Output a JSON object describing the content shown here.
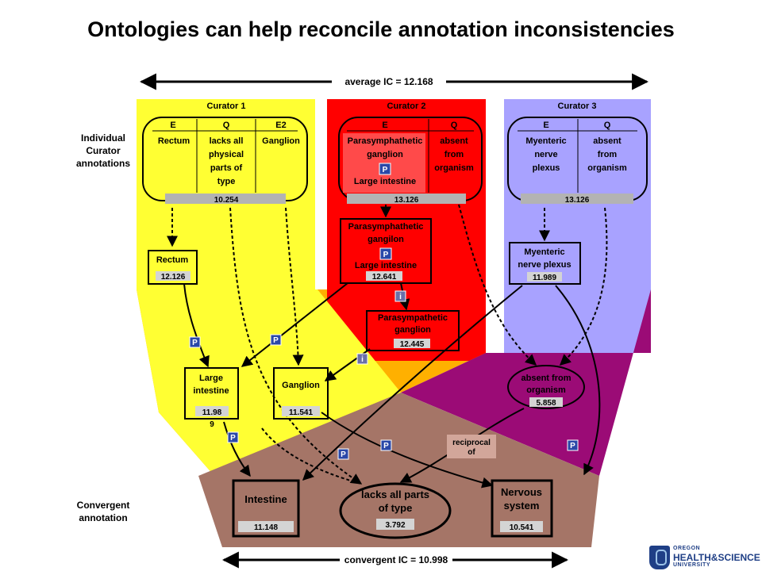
{
  "title": "Ontologies can help reconcile annotation inconsistencies",
  "average_ic": "average IC = 12.168",
  "convergent_ic": "convergent IC = 10.998",
  "side_labels": {
    "individual": [
      "Individual",
      "Curator",
      "annotations"
    ],
    "convergent": [
      "Convergent",
      "annotation"
    ]
  },
  "curators": [
    {
      "name": "Curator 1",
      "headers": [
        "E",
        "Q",
        "E2"
      ],
      "cols": [
        [
          "Rectum"
        ],
        [
          "lacks all",
          "physical",
          "parts of",
          "type"
        ],
        [
          "Ganglion"
        ]
      ],
      "score": "10.254"
    },
    {
      "name": "Curator 2",
      "headers": [
        "E",
        "Q"
      ],
      "cols": [
        [
          "Parasymphathetic",
          "ganglion"
        ],
        [
          "absent",
          "from",
          "organism"
        ]
      ],
      "sub": "Large intestine",
      "score": "13.126"
    },
    {
      "name": "Curator 3",
      "headers": [
        "E",
        "Q"
      ],
      "cols": [
        [
          "Myenteric",
          "nerve",
          "plexus"
        ],
        [
          "absent",
          "from",
          "organism"
        ]
      ],
      "score": "13.126"
    }
  ],
  "nodes": {
    "rectum": {
      "label": [
        "Rectum"
      ],
      "score": "12.126"
    },
    "parasym_gangilon": {
      "label": [
        "Parasymphathetic",
        "gangilon"
      ],
      "sub": "Large intestine",
      "score": "12.641"
    },
    "parasym_ganglion": {
      "label": [
        "Parasympathetic",
        "ganglion"
      ],
      "score": "12.445"
    },
    "myenteric": {
      "label": [
        "Myenteric",
        "nerve plexus"
      ],
      "score": "11.989"
    },
    "large_intestine": {
      "label": [
        "Large",
        "intestine"
      ],
      "score": [
        "11.98",
        "9"
      ]
    },
    "ganglion": {
      "label": [
        "Ganglion"
      ],
      "score": "11.541"
    },
    "absent": {
      "label": [
        "absent from",
        "organism"
      ],
      "score": "5.858"
    },
    "intestine": {
      "label": [
        "Intestine"
      ],
      "score": "11.148"
    },
    "lacks": {
      "label": [
        "lacks all parts",
        "of type"
      ],
      "score": "3.792"
    },
    "nervous": {
      "label": [
        "Nervous",
        "system"
      ],
      "score": "10.541"
    }
  },
  "reciprocal_label": [
    "reciprocal",
    "of"
  ],
  "badge_p": "P",
  "badge_i": "i",
  "colors": {
    "curator1": "#ffff33",
    "curator2": "#ff0000",
    "curator3": "#a8a2ff",
    "orange": "#ffb000",
    "purple": "#9b0b76",
    "brown": "#a57567"
  },
  "logo": [
    "OREGON",
    "HEALTH&SCIENCE",
    "UNIVERSITY"
  ]
}
